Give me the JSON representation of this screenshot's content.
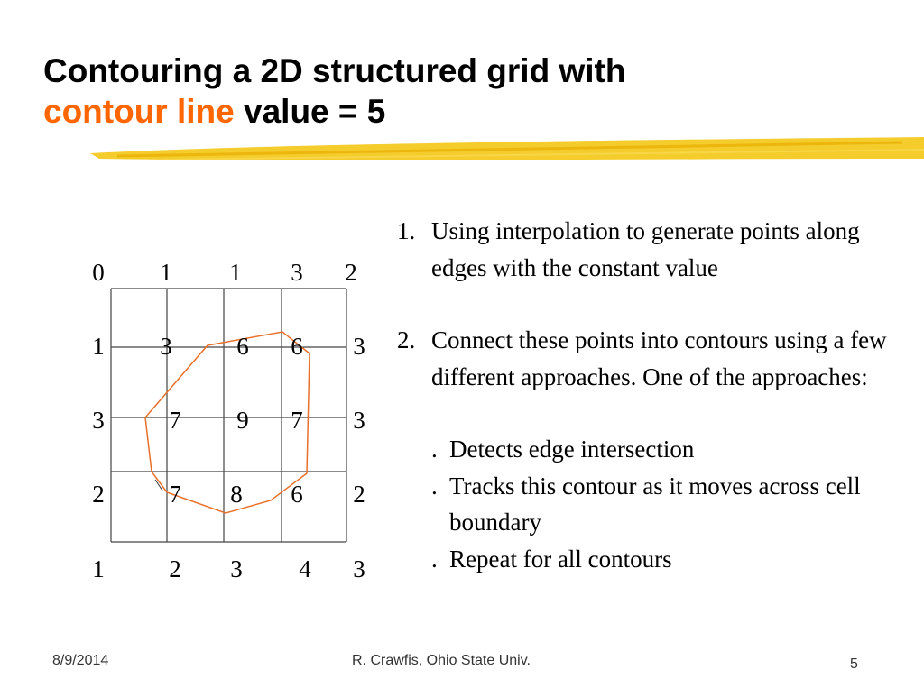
{
  "slide": {
    "title_line1": "Contouring a 2D structured grid with",
    "title_accent": "contour line",
    "title_rest": "value = 5",
    "accent_color": "#ff6600",
    "contour_color": "#e8702a",
    "grid": [
      [
        "0",
        "1",
        "1",
        "3",
        "2"
      ],
      [
        "1",
        "3",
        "6",
        "6",
        "3"
      ],
      [
        "3",
        "7",
        "9",
        "7",
        "3"
      ],
      [
        "2",
        "7",
        "8",
        "6",
        "2"
      ],
      [
        "1",
        "2",
        "3",
        "4",
        "3"
      ]
    ],
    "steps": [
      {
        "num": "1.",
        "text": "Using interpolation to generate points along edges with the constant value"
      },
      {
        "num": "2.",
        "text": "Connect these points into contours using a few different approaches. One of the approaches:"
      }
    ],
    "substeps": [
      {
        "bullet": ".",
        "text": "Detects edge intersection"
      },
      {
        "bullet": ".",
        "text": "Tracks this contour as it moves across cell boundary"
      },
      {
        "bullet": ".",
        "text": "Repeat for all contours"
      }
    ],
    "footer": {
      "date": "8/9/2014",
      "credit": "R. Crawfis, Ohio State Univ.",
      "page": "5"
    }
  }
}
